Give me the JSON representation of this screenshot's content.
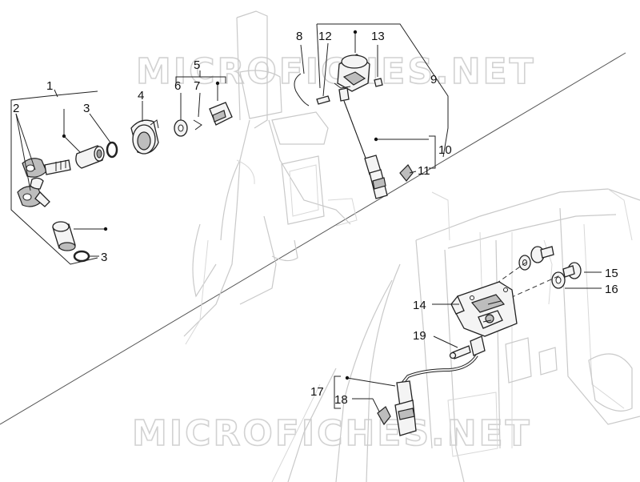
{
  "watermark": "MICROFICHES.NET",
  "callouts": [
    {
      "id": "c1",
      "text": "1"
    },
    {
      "id": "c2",
      "text": "2"
    },
    {
      "id": "c3a",
      "text": "3"
    },
    {
      "id": "c3b",
      "text": "3"
    },
    {
      "id": "c4",
      "text": "4"
    },
    {
      "id": "c5",
      "text": "5"
    },
    {
      "id": "c6",
      "text": "6"
    },
    {
      "id": "c7",
      "text": "7"
    },
    {
      "id": "c8",
      "text": "8"
    },
    {
      "id": "c9",
      "text": "9"
    },
    {
      "id": "c10",
      "text": "10"
    },
    {
      "id": "c11",
      "text": "11"
    },
    {
      "id": "c12",
      "text": "12"
    },
    {
      "id": "c13",
      "text": "13"
    },
    {
      "id": "c14",
      "text": "14"
    },
    {
      "id": "c15",
      "text": "15"
    },
    {
      "id": "c16",
      "text": "16"
    },
    {
      "id": "c17",
      "text": "17"
    },
    {
      "id": "c18",
      "text": "18"
    },
    {
      "id": "c19",
      "text": "19"
    }
  ]
}
